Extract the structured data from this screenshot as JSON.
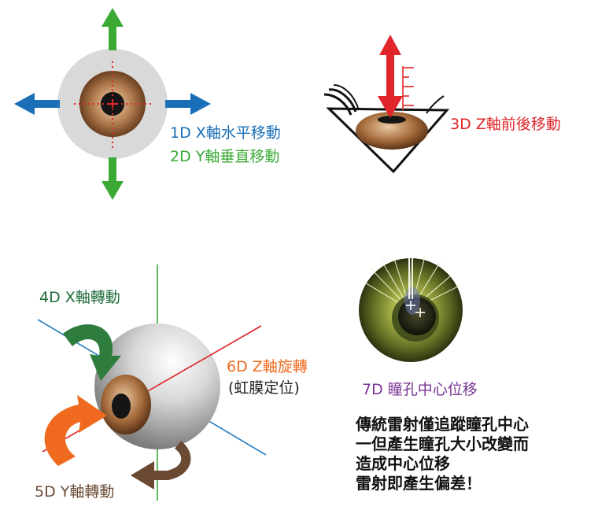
{
  "labels": {
    "d1": "1D  X軸水平移動",
    "d2": "2D  Y軸垂直移動",
    "d3": "3D  Z軸前後移動",
    "d4": "4D    X軸轉動",
    "d5": "5D  Y軸轉動",
    "d6": "6D  Z軸旋轉",
    "d6_sub": "(虹膜定位)",
    "d7": "7D  瞳孔中心位移"
  },
  "note_lines": [
    "傳統雷射僅追蹤瞳孔中心",
    "一但產生瞳孔大小改變而",
    "造成中心位移",
    "雷射即產生偏差！"
  ],
  "colors": {
    "d1": "#1a6fb8",
    "d2": "#3aaa35",
    "d3": "#e0262a",
    "d4": "#1e6b3a",
    "d5": "#6b4a34",
    "d6": "#ef6a1e",
    "d7": "#7a3595",
    "note": "#111111"
  }
}
